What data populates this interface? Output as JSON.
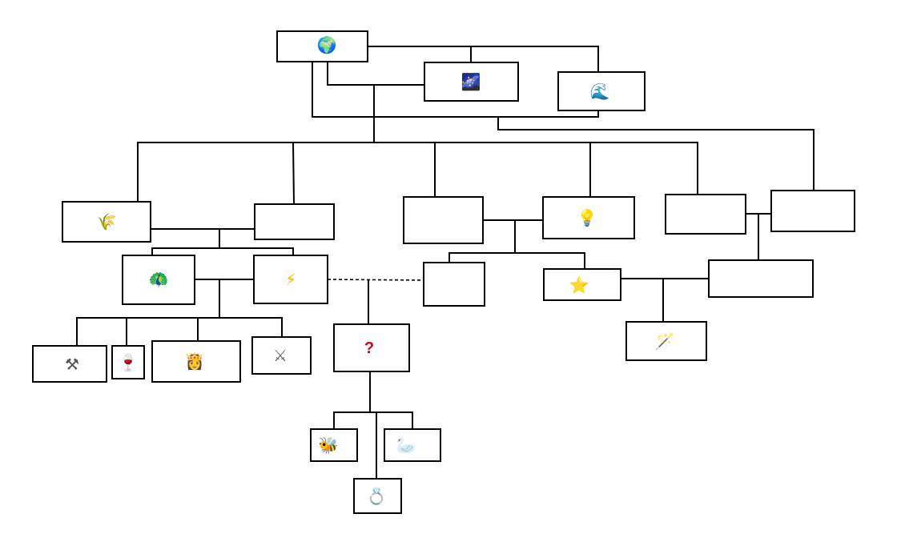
{
  "nodes": [
    {
      "id": "earth",
      "icon": "earth-globe-icon",
      "symbol": "🌍",
      "color": "#2a6fb5"
    },
    {
      "id": "galaxy",
      "icon": "milky-way-icon",
      "symbol": "🌌",
      "color": "#1b3a8a"
    },
    {
      "id": "wave",
      "icon": "ocean-wave-icon",
      "symbol": "🌊",
      "color": "#2d7dd2"
    },
    {
      "id": "grain",
      "icon": "sheaf-of-rice-icon",
      "symbol": "🌾",
      "color": "#c9a227"
    },
    {
      "id": "blank-a",
      "icon": "",
      "symbol": "",
      "color": ""
    },
    {
      "id": "blank-b",
      "icon": "",
      "symbol": "",
      "color": ""
    },
    {
      "id": "bulb",
      "icon": "light-bulb-icon",
      "symbol": "💡",
      "color": "#f1c40f"
    },
    {
      "id": "blank-c",
      "icon": "",
      "symbol": "",
      "color": ""
    },
    {
      "id": "blank-d",
      "icon": "",
      "symbol": "",
      "color": ""
    },
    {
      "id": "peacock",
      "icon": "peacock-icon",
      "symbol": "🦚",
      "color": "#1e8a5a"
    },
    {
      "id": "lightning",
      "icon": "lightning-bolt-icon",
      "symbol": "⚡",
      "color": "#f5b800"
    },
    {
      "id": "blank-e",
      "icon": "",
      "symbol": "",
      "color": ""
    },
    {
      "id": "star",
      "icon": "star-icon",
      "symbol": "⭐",
      "color": "#f5c518"
    },
    {
      "id": "blank-f",
      "icon": "",
      "symbol": "",
      "color": ""
    },
    {
      "id": "tools",
      "icon": "hammer-and-pick-icon",
      "symbol": "⚒",
      "color": "#555555"
    },
    {
      "id": "wine",
      "icon": "wine-glass-icon",
      "symbol": "🍷",
      "color": "#9b1b30"
    },
    {
      "id": "woman",
      "icon": "woman-figure-icon",
      "symbol": "👸",
      "color": "#a04aa0"
    },
    {
      "id": "swords",
      "icon": "crossed-swords-icon",
      "symbol": "⚔",
      "color": "#666666"
    },
    {
      "id": "question",
      "icon": "question-mark-icon",
      "symbol": "?",
      "color": "#d0021b"
    },
    {
      "id": "wand",
      "icon": "magic-wand-icon",
      "symbol": "🪄",
      "color": "#333333"
    },
    {
      "id": "bee",
      "icon": "honeybee-icon",
      "symbol": "🐝",
      "color": "#e0a800"
    },
    {
      "id": "swan",
      "icon": "swan-icon",
      "symbol": "🦢",
      "color": "#888888"
    },
    {
      "id": "ring",
      "icon": "ring-icon",
      "symbol": "💍",
      "color": "#7aa7c7"
    }
  ]
}
